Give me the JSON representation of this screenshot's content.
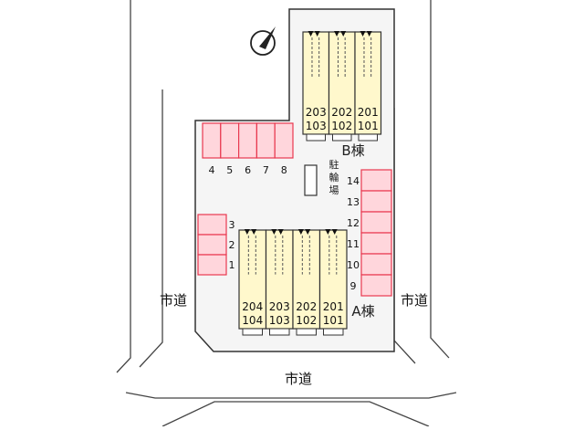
{
  "roads": {
    "left": "市道",
    "right": "市道",
    "bottom": "市道"
  },
  "buildings": {
    "A": {
      "label": "A棟",
      "units": [
        {
          "upper": "204",
          "lower": "104"
        },
        {
          "upper": "203",
          "lower": "103"
        },
        {
          "upper": "202",
          "lower": "102"
        },
        {
          "upper": "201",
          "lower": "101"
        }
      ]
    },
    "B": {
      "label": "B棟",
      "units": [
        {
          "upper": "203",
          "lower": "103"
        },
        {
          "upper": "202",
          "lower": "102"
        },
        {
          "upper": "201",
          "lower": "101"
        }
      ]
    }
  },
  "bicycle_parking": "駐輪場",
  "parking": {
    "left": [
      "3",
      "2",
      "1"
    ],
    "top": [
      "4",
      "5",
      "6",
      "7",
      "8"
    ],
    "right": [
      "14",
      "13",
      "12",
      "11",
      "10",
      "9"
    ]
  },
  "colors": {
    "ground": "#f5f5f5",
    "building": "#fff8cc",
    "parking_fill": "#ffd6dc",
    "parking_stroke": "#e8384f",
    "outline": "#333333"
  },
  "icons": {
    "north": "north-arrow-icon"
  }
}
